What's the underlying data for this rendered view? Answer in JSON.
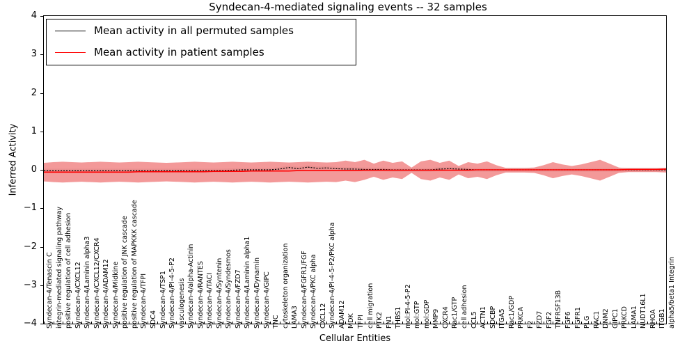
{
  "chart_data": {
    "type": "line",
    "title": "Syndecan-4-mediated signaling events -- 32 samples",
    "xlabel": "Cellular Entities",
    "ylabel": "Inferred Activity",
    "ylim": [
      -4,
      4
    ],
    "yticks": [
      -4,
      -3,
      -2,
      -1,
      0,
      1,
      2,
      3,
      4
    ],
    "grid": false,
    "legend_position": "upper left",
    "colors": {
      "permuted_line": "#000000",
      "patient_line": "#ff0000",
      "patient_band": "#f08080",
      "permuted_band": "#c8c8c8"
    },
    "legend": [
      {
        "label": "Mean activity in all permuted samples",
        "color": "#000000"
      },
      {
        "label": "Mean activity in patient samples",
        "color": "#ff0000"
      }
    ],
    "categories": [
      "Syndecan-4/Tenascin C",
      "integrin-mediated signaling pathway",
      "positive regulation of cell adhesion",
      "Syndecan-4/CXCL12",
      "Syndecan-4/Laminin alpha3",
      "Syndecan-4/CXCL12/CXCR4",
      "Syndecan-4/ADAM12",
      "Syndecan-4/Midkine",
      "positive regulation of JNK cascade",
      "positive regulation of MAPKKK cascade",
      "Syndecan-4/TFPI",
      "SDC4",
      "Syndecan-4/TSP1",
      "Syndecan-4/PI-4-5-P2",
      "vasculogenesis",
      "Syndecan-4/alpha-Actinin",
      "Syndecan-4/RANTES",
      "Syndecan-4/TACI",
      "Syndecan-4/Syntenin",
      "Syndecan-4/Syndesmos",
      "Syndecan-4/FZD7",
      "Syndecan-4/Laminin alpha1",
      "Syndecan-4/Dynamin",
      "Syndecan-4/GIPC",
      "TNC",
      "cytoskeleton organization",
      "LAMA3",
      "Syndecan-4/FGFR1/FGF",
      "Syndecan-4/PKC alpha",
      "CXCL12",
      "Syndecan-4/PI-4-5-P2/PKC alpha",
      "ADAM12",
      "MDK",
      "TFPI",
      "cell migration",
      "PTK2",
      "FN1",
      "THBS1",
      "mol:PI-4-5-P2",
      "mol:GTP",
      "mol:GDP",
      "MMP9",
      "CXCR4",
      "Rac1/GTP",
      "cell adhesion",
      "CCL5",
      "ACTN1",
      "SDCBP",
      "ITGA5",
      "Rac1/GDP",
      "PRKCA",
      "F2",
      "FZD7",
      "FGF2",
      "TNFRSF13B",
      "FGF6",
      "FGFR1",
      "PLG",
      "RAC1",
      "DNM2",
      "GIPC1",
      "PRKCD",
      "LAMA1",
      "NUDT16L1",
      "RHOA",
      "ITGB1",
      "alpha5/beta1 Integrin"
    ],
    "series": [
      {
        "name": "Mean activity in all permuted samples",
        "color": "#000000",
        "values": [
          -0.02,
          -0.02,
          -0.02,
          -0.02,
          -0.02,
          -0.02,
          -0.02,
          -0.02,
          -0.02,
          -0.02,
          -0.02,
          -0.02,
          -0.02,
          -0.02,
          -0.02,
          -0.02,
          -0.02,
          -0.02,
          -0.02,
          -0.02,
          -0.01,
          0.0,
          0.0,
          0.0,
          0.0,
          0.02,
          0.06,
          0.03,
          0.07,
          0.04,
          0.05,
          0.03,
          0.02,
          0.02,
          0.01,
          0.01,
          0.01,
          0.0,
          0.0,
          0.0,
          0.0,
          0.0,
          0.02,
          0.03,
          0.02,
          0.01,
          0.0,
          0.0,
          0.0,
          0.0,
          0.0,
          0.0,
          0.0,
          0.0,
          0.0,
          0.0,
          0.0,
          0.0,
          0.0,
          0.0,
          0.0,
          0.0,
          0.0,
          0.0,
          0.0,
          0.0,
          0.0
        ],
        "band_upper": [
          0.03,
          0.03,
          0.03,
          0.03,
          0.03,
          0.03,
          0.03,
          0.03,
          0.03,
          0.03,
          0.03,
          0.03,
          0.03,
          0.03,
          0.03,
          0.03,
          0.03,
          0.03,
          0.03,
          0.03,
          0.04,
          0.05,
          0.05,
          0.05,
          0.05,
          0.07,
          0.11,
          0.08,
          0.12,
          0.09,
          0.1,
          0.08,
          0.07,
          0.07,
          0.06,
          0.06,
          0.06,
          0.05,
          0.05,
          0.05,
          0.05,
          0.05,
          0.07,
          0.08,
          0.07,
          0.06,
          0.05,
          0.05,
          0.05,
          0.05,
          0.05,
          0.05,
          0.05,
          0.05,
          0.05,
          0.05,
          0.05,
          0.05,
          0.05,
          0.05,
          0.05,
          0.05,
          0.05,
          0.05,
          0.05,
          0.05,
          0.05
        ],
        "band_lower": [
          -0.07,
          -0.07,
          -0.07,
          -0.07,
          -0.07,
          -0.07,
          -0.07,
          -0.07,
          -0.07,
          -0.07,
          -0.07,
          -0.07,
          -0.07,
          -0.07,
          -0.07,
          -0.07,
          -0.07,
          -0.07,
          -0.07,
          -0.07,
          -0.06,
          -0.05,
          -0.05,
          -0.05,
          -0.05,
          -0.03,
          0.01,
          -0.02,
          0.02,
          -0.01,
          0.0,
          -0.02,
          -0.03,
          -0.03,
          -0.04,
          -0.04,
          -0.04,
          -0.05,
          -0.05,
          -0.05,
          -0.05,
          -0.05,
          -0.03,
          -0.02,
          -0.03,
          -0.04,
          -0.05,
          -0.05,
          -0.05,
          -0.05,
          -0.05,
          -0.05,
          -0.05,
          -0.05,
          -0.05,
          -0.05,
          -0.05,
          -0.05,
          -0.05,
          -0.05,
          -0.05,
          -0.05,
          -0.05,
          -0.05,
          -0.05,
          -0.05,
          -0.05
        ]
      },
      {
        "name": "Mean activity in patient samples",
        "color": "#ff0000",
        "values": [
          -0.06,
          -0.06,
          -0.06,
          -0.06,
          -0.06,
          -0.06,
          -0.06,
          -0.06,
          -0.06,
          -0.06,
          -0.05,
          -0.05,
          -0.05,
          -0.05,
          -0.05,
          -0.05,
          -0.05,
          -0.05,
          -0.04,
          -0.04,
          -0.04,
          -0.04,
          -0.03,
          -0.03,
          -0.03,
          -0.03,
          -0.03,
          -0.02,
          -0.02,
          -0.02,
          -0.02,
          -0.02,
          -0.02,
          -0.02,
          -0.01,
          -0.01,
          -0.01,
          -0.01,
          -0.01,
          -0.01,
          -0.01,
          -0.01,
          -0.01,
          -0.01,
          -0.01,
          -0.01,
          0.0,
          0.0,
          0.0,
          0.0,
          0.0,
          0.0,
          0.0,
          0.0,
          0.0,
          0.0,
          0.0,
          0.0,
          0.0,
          0.0,
          0.0,
          0.0,
          0.01,
          0.01,
          0.01,
          0.01,
          0.02
        ],
        "band_upper": [
          0.18,
          0.2,
          0.21,
          0.2,
          0.19,
          0.2,
          0.21,
          0.2,
          0.19,
          0.2,
          0.21,
          0.2,
          0.19,
          0.18,
          0.19,
          0.2,
          0.21,
          0.2,
          0.19,
          0.2,
          0.21,
          0.2,
          0.19,
          0.2,
          0.21,
          0.2,
          0.19,
          0.2,
          0.21,
          0.2,
          0.19,
          0.2,
          0.24,
          0.2,
          0.26,
          0.16,
          0.24,
          0.18,
          0.22,
          0.06,
          0.22,
          0.26,
          0.18,
          0.24,
          0.1,
          0.2,
          0.16,
          0.22,
          0.12,
          0.05,
          0.05,
          0.05,
          0.06,
          0.12,
          0.2,
          0.14,
          0.1,
          0.14,
          0.2,
          0.26,
          0.16,
          0.06,
          0.04,
          0.04,
          0.04,
          0.04,
          0.05
        ],
        "band_lower": [
          -0.3,
          -0.32,
          -0.33,
          -0.32,
          -0.31,
          -0.32,
          -0.33,
          -0.32,
          -0.31,
          -0.32,
          -0.33,
          -0.32,
          -0.31,
          -0.3,
          -0.31,
          -0.32,
          -0.33,
          -0.32,
          -0.31,
          -0.32,
          -0.33,
          -0.32,
          -0.31,
          -0.32,
          -0.33,
          -0.32,
          -0.31,
          -0.32,
          -0.33,
          -0.32,
          -0.31,
          -0.32,
          -0.28,
          -0.32,
          -0.26,
          -0.18,
          -0.26,
          -0.2,
          -0.24,
          -0.08,
          -0.24,
          -0.28,
          -0.2,
          -0.26,
          -0.12,
          -0.22,
          -0.18,
          -0.24,
          -0.14,
          -0.07,
          -0.07,
          -0.07,
          -0.08,
          -0.14,
          -0.22,
          -0.16,
          -0.12,
          -0.16,
          -0.22,
          -0.28,
          -0.18,
          -0.08,
          -0.06,
          -0.06,
          -0.06,
          -0.06,
          -0.07
        ]
      }
    ]
  }
}
